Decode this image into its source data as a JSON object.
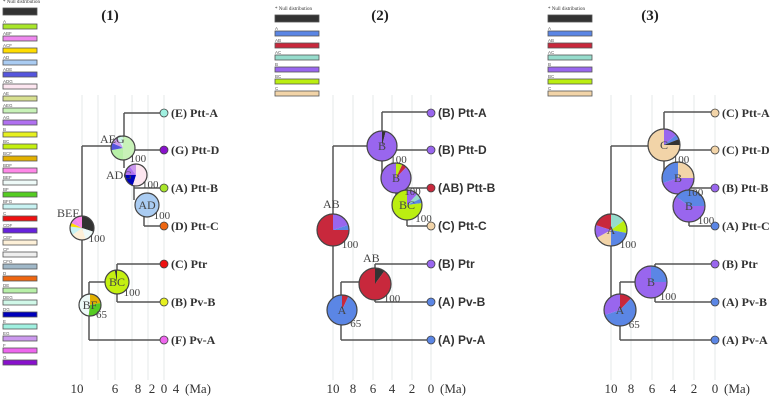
{
  "null_label": "* Null distribution",
  "axis_unit": "(Ma)",
  "panels": [
    {
      "title": "(1)",
      "axis_ticks": [
        "10",
        "6",
        "8",
        "2",
        "0",
        "4"
      ],
      "legend": [
        {
          "label": "",
          "color": "#333333"
        },
        {
          "label": "A",
          "color": "#a8e62a"
        },
        {
          "label": "ABF",
          "color": "#ee88ee"
        },
        {
          "label": "ACF",
          "color": "#ffdd00"
        },
        {
          "label": "AD",
          "color": "#aaccf2"
        },
        {
          "label": "ADE",
          "color": "#5555dd"
        },
        {
          "label": "ADG",
          "color": "#fde6f0"
        },
        {
          "label": "AE",
          "color": "#d8e090"
        },
        {
          "label": "AEG",
          "color": "#c8f2b8"
        },
        {
          "label": "AG",
          "color": "#b070f0"
        },
        {
          "label": "B",
          "color": "#e6f020"
        },
        {
          "label": "BC",
          "color": "#c4f010"
        },
        {
          "label": "BCF",
          "color": "#e2b000"
        },
        {
          "label": "BDF",
          "color": "#ff88e8"
        },
        {
          "label": "BEF",
          "color": "#eefaf8"
        },
        {
          "label": "BF",
          "color": "#55cc22"
        },
        {
          "label": "BFG",
          "color": "#c8f2f2"
        },
        {
          "label": "C",
          "color": "#ee1111"
        },
        {
          "label": "CDF",
          "color": "#6622dd"
        },
        {
          "label": "CEF",
          "color": "#fdf0d8"
        },
        {
          "label": "CF",
          "color": "#eeeeee"
        },
        {
          "label": "CFG",
          "color": "#a0b8c8"
        },
        {
          "label": "D",
          "color": "#ee6611"
        },
        {
          "label": "DE",
          "color": "#b8f0a8"
        },
        {
          "label": "DEG",
          "color": "#d0f8e8"
        },
        {
          "label": "DG",
          "color": "#0000bb"
        },
        {
          "label": "E",
          "color": "#a0f0e0"
        },
        {
          "label": "EG",
          "color": "#cc99ee"
        },
        {
          "label": "F",
          "color": "#ee66ee"
        },
        {
          "label": "G",
          "color": "#8811cc"
        }
      ],
      "tips": [
        {
          "label": "(E) Ptt-A",
          "area": "E"
        },
        {
          "label": "(G) Ptt-D",
          "area": "G"
        },
        {
          "label": "(A) Ptt-B",
          "area": "A"
        },
        {
          "label": "(D) Ptt-C",
          "area": "D"
        },
        {
          "label": "(C) Ptr",
          "area": "C"
        },
        {
          "label": "(B) Pv-B",
          "area": "B"
        },
        {
          "label": "(F) Pv-A",
          "area": "F"
        }
      ],
      "nodes": [
        {
          "label": "AEG",
          "support": "100",
          "pie": [
            [
              "AEG",
              0.5
            ],
            [
              "DE",
              0.22
            ],
            [
              "ADE",
              0.1
            ],
            [
              "EG",
              0.1
            ],
            [
              "DEG",
              0.08
            ]
          ]
        },
        {
          "label": "ADG",
          "support": "100",
          "pie": [
            [
              "ADG",
              0.55
            ],
            [
              "DG",
              0.2
            ],
            [
              "AG",
              0.15
            ],
            [
              "EG",
              0.1
            ]
          ]
        },
        {
          "label": "AD",
          "support": "100",
          "pie": [
            [
              "AD",
              1
            ]
          ]
        },
        {
          "label": "BEF",
          "support": "100",
          "pie": [
            [
              "",
              0.3
            ],
            [
              "BEF",
              0.15
            ],
            [
              "CEF",
              0.2
            ],
            [
              "BFG",
              0.12
            ],
            [
              "ACF",
              0.05
            ],
            [
              "ABF",
              0.08
            ],
            [
              "BDF",
              0.1
            ]
          ]
        },
        {
          "label": "BC",
          "support": "100",
          "pie": [
            [
              "BC",
              0.97
            ],
            [
              "",
              0.03
            ]
          ]
        },
        {
          "label": "BF",
          "support": "65",
          "pie": [
            [
              "BCF",
              0.22
            ],
            [
              "BF",
              0.3
            ],
            [
              "BEF",
              0.48
            ]
          ]
        }
      ]
    },
    {
      "title": "(2)",
      "axis_ticks": [
        "10",
        "8",
        "6",
        "4",
        "2",
        "0"
      ],
      "legend": [
        {
          "label": "",
          "color": "#333333"
        },
        {
          "label": "A",
          "color": "#5b86e5"
        },
        {
          "label": "AB",
          "color": "#c8283c"
        },
        {
          "label": "AC",
          "color": "#96dccc"
        },
        {
          "label": "B",
          "color": "#9966ee"
        },
        {
          "label": "BC",
          "color": "#bbee11"
        },
        {
          "label": "C",
          "color": "#f2d4a8"
        }
      ],
      "tips": [
        {
          "label": "(B) Ptt-A",
          "area": "B"
        },
        {
          "label": "(B) Ptt-D",
          "area": "B"
        },
        {
          "label": "(AB) Ptt-B",
          "area": "AB"
        },
        {
          "label": "(C) Ptt-C",
          "area": "C"
        },
        {
          "label": "(B) Ptr",
          "area": "B"
        },
        {
          "label": "(A) Pv-B",
          "area": "A"
        },
        {
          "label": "(A) Pv-A",
          "area": "A"
        }
      ],
      "nodes": [
        {
          "label": "B",
          "support": "100",
          "pie": [
            [
              "",
              0.04
            ],
            [
              "B",
              0.96
            ]
          ]
        },
        {
          "label": "B",
          "support": "100",
          "pie": [
            [
              "BC",
              0.07
            ],
            [
              "AB",
              0.05
            ],
            [
              "B",
              0.88
            ]
          ]
        },
        {
          "label": "BC",
          "support": "100",
          "pie": [
            [
              "B",
              0.12
            ],
            [
              "AC",
              0.06
            ],
            [
              "A",
              0.05
            ],
            [
              "BC",
              0.77
            ]
          ]
        },
        {
          "label": "AB",
          "support": "100",
          "pie": [
            [
              "B",
              0.2
            ],
            [
              "A",
              0.05
            ],
            [
              "AB",
              0.75
            ]
          ]
        },
        {
          "label": "AB",
          "support": "100",
          "pie": [
            [
              "",
              0.1
            ],
            [
              "AB",
              0.9
            ]
          ]
        },
        {
          "label": "A",
          "support": "65",
          "pie": [
            [
              "AB",
              0.07
            ],
            [
              "A",
              0.93
            ]
          ]
        }
      ]
    },
    {
      "title": "(3)",
      "axis_ticks": [
        "10",
        "8",
        "6",
        "4",
        "2",
        "0"
      ],
      "legend": [
        {
          "label": "",
          "color": "#333333"
        },
        {
          "label": "A",
          "color": "#5b86e5"
        },
        {
          "label": "AB",
          "color": "#c8283c"
        },
        {
          "label": "AC",
          "color": "#96dccc"
        },
        {
          "label": "B",
          "color": "#9966ee"
        },
        {
          "label": "BC",
          "color": "#bbee11"
        },
        {
          "label": "C",
          "color": "#f2d4a8"
        }
      ],
      "tips": [
        {
          "label": "(C) Ptt-A",
          "area": "C"
        },
        {
          "label": "(C) Ptt-D",
          "area": "C"
        },
        {
          "label": "(B) Ptt-B",
          "area": "B"
        },
        {
          "label": "(A) Ptt-C",
          "area": "A"
        },
        {
          "label": "(B) Ptr",
          "area": "B"
        },
        {
          "label": "(A) Pv-B",
          "area": "A"
        },
        {
          "label": "(A) Pv-A",
          "area": "A"
        }
      ],
      "nodes": [
        {
          "label": "C",
          "support": "100",
          "pie": [
            [
              "B",
              0.14
            ],
            [
              "A",
              0.05
            ],
            [
              "",
              0.06
            ],
            [
              "C",
              0.75
            ]
          ]
        },
        {
          "label": "B",
          "support": "100",
          "pie": [
            [
              "C",
              0.25
            ],
            [
              "B",
              0.45
            ],
            [
              "A",
              0.3
            ]
          ]
        },
        {
          "label": "B",
          "support": "100",
          "pie": [
            [
              "A",
              0.25
            ],
            [
              "B",
              0.6
            ],
            [
              "A",
              0.15
            ]
          ]
        },
        {
          "label": "A",
          "support": "100",
          "pie": [
            [
              "AC",
              0.15
            ],
            [
              "BC",
              0.13
            ],
            [
              "A",
              0.22
            ],
            [
              "C",
              0.17
            ],
            [
              "B",
              0.13
            ],
            [
              "AB",
              0.2
            ]
          ]
        },
        {
          "label": "B",
          "support": "100",
          "pie": [
            [
              "A",
              0.25
            ],
            [
              "B",
              0.75
            ]
          ]
        },
        {
          "label": "A",
          "support": "65",
          "pie": [
            [
              "AB",
              0.12
            ],
            [
              "A",
              0.58
            ],
            [
              "B",
              0.3
            ]
          ]
        }
      ]
    }
  ]
}
